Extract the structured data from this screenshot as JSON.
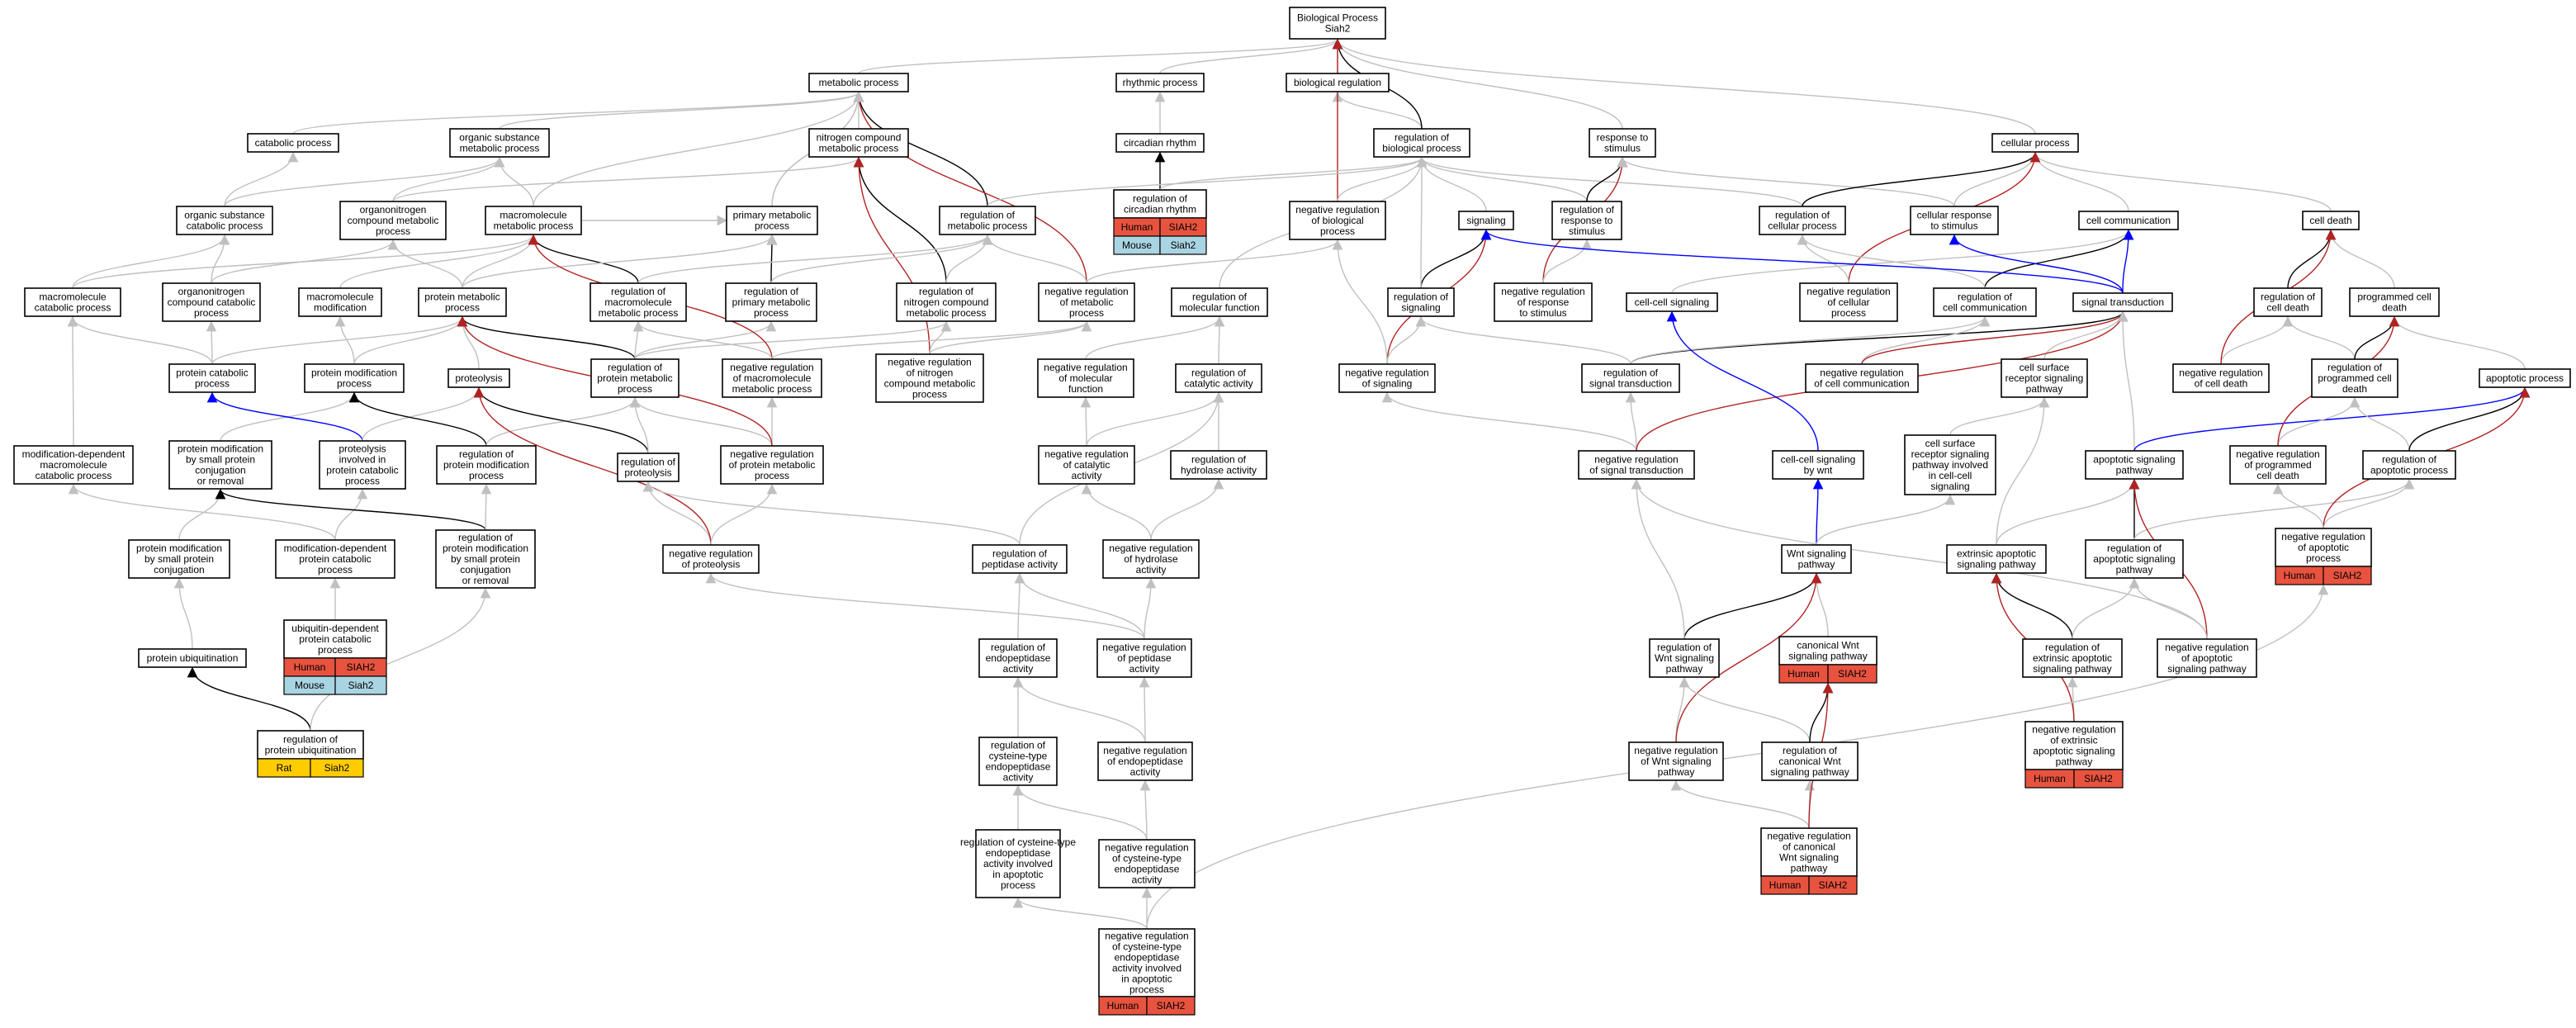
{
  "colors": {
    "Human": "#e8533f",
    "Mouse": "#a9d4e1",
    "Rat": "#ffcc00",
    "is_a": "#c0c0c0",
    "regulates": "#000000",
    "negatively_regulates": "#b22222",
    "positively_regulates": "#0000ff"
  },
  "nodes": [
    {
      "id": "root",
      "lines": [
        "Biological Process",
        "Siah2"
      ]
    },
    {
      "id": "metabolic",
      "lines": [
        "metabolic process"
      ]
    },
    {
      "id": "rhythmic",
      "lines": [
        "rhythmic process"
      ]
    },
    {
      "id": "bioreg",
      "lines": [
        "biological regulation"
      ]
    },
    {
      "id": "catabolic",
      "lines": [
        "catabolic process"
      ]
    },
    {
      "id": "orgsubmet",
      "lines": [
        "organic substance",
        "metabolic process"
      ]
    },
    {
      "id": "nitrogen",
      "lines": [
        "nitrogen compound",
        "metabolic process"
      ]
    },
    {
      "id": "circadian",
      "lines": [
        "circadian rhythm"
      ]
    },
    {
      "id": "regbio",
      "lines": [
        "regulation of",
        "biological process"
      ]
    },
    {
      "id": "response",
      "lines": [
        "response to",
        "stimulus"
      ]
    },
    {
      "id": "cellular",
      "lines": [
        "cellular process"
      ]
    },
    {
      "id": "orgsubcat",
      "lines": [
        "organic substance",
        "catabolic process"
      ]
    },
    {
      "id": "organonitrogen",
      "lines": [
        "organonitrogen",
        "compound metabolic",
        "process"
      ]
    },
    {
      "id": "macromolmet",
      "lines": [
        "macromolecule",
        "metabolic process"
      ]
    },
    {
      "id": "primary",
      "lines": [
        "primary metabolic",
        "process"
      ]
    },
    {
      "id": "regmet",
      "lines": [
        "regulation of",
        "metabolic process"
      ]
    },
    {
      "id": "regcirc",
      "lines": [
        "regulation of",
        "circadian rhythm"
      ],
      "tags": [
        [
          "Human",
          "SIAH2"
        ],
        [
          "Mouse",
          "Siah2"
        ]
      ]
    },
    {
      "id": "negregbio",
      "lines": [
        "negative regulation",
        "of biological",
        "process"
      ]
    },
    {
      "id": "signaling",
      "lines": [
        "signaling"
      ]
    },
    {
      "id": "regresp",
      "lines": [
        "regulation of",
        "response to",
        "stimulus"
      ]
    },
    {
      "id": "regcellproc",
      "lines": [
        "regulation of",
        "cellular process"
      ]
    },
    {
      "id": "cellresp",
      "lines": [
        "cellular response",
        "to stimulus"
      ]
    },
    {
      "id": "cellcomm",
      "lines": [
        "cell communication"
      ]
    },
    {
      "id": "celldeath",
      "lines": [
        "cell death"
      ]
    },
    {
      "id": "macromolcat",
      "lines": [
        "macromolecule",
        "catabolic process"
      ]
    },
    {
      "id": "organonitcat",
      "lines": [
        "organonitrogen",
        "compound catabolic",
        "process"
      ]
    },
    {
      "id": "macromolmod",
      "lines": [
        "macromolecule",
        "modification"
      ]
    },
    {
      "id": "protmet",
      "lines": [
        "protein metabolic",
        "process"
      ]
    },
    {
      "id": "regmacromet",
      "lines": [
        "regulation of",
        "macromolecule",
        "metabolic process"
      ]
    },
    {
      "id": "regprimary",
      "lines": [
        "regulation of",
        "primary metabolic",
        "process"
      ]
    },
    {
      "id": "regnitrogen",
      "lines": [
        "regulation of",
        "nitrogen compound",
        "metabolic process"
      ]
    },
    {
      "id": "negregmet",
      "lines": [
        "negative regulation",
        "of metabolic",
        "process"
      ]
    },
    {
      "id": "regmolfunc",
      "lines": [
        "regulation of",
        "molecular function"
      ]
    },
    {
      "id": "regsignaling",
      "lines": [
        "regulation of",
        "signaling"
      ]
    },
    {
      "id": "negregresp",
      "lines": [
        "negative regulation",
        "of response",
        "to stimulus"
      ]
    },
    {
      "id": "cellcellsig",
      "lines": [
        "cell-cell signaling"
      ]
    },
    {
      "id": "negregcellproc",
      "lines": [
        "negative regulation",
        "of cellular",
        "process"
      ]
    },
    {
      "id": "regcellcomm",
      "lines": [
        "regulation of",
        "cell communication"
      ]
    },
    {
      "id": "sigtrans",
      "lines": [
        "signal transduction"
      ]
    },
    {
      "id": "regcelldeath",
      "lines": [
        "regulation of",
        "cell death"
      ]
    },
    {
      "id": "progcelldeath",
      "lines": [
        "programmed cell",
        "death"
      ]
    },
    {
      "id": "protcat",
      "lines": [
        "protein catabolic",
        "process"
      ]
    },
    {
      "id": "protmod",
      "lines": [
        "protein modification",
        "process"
      ]
    },
    {
      "id": "proteolysis",
      "lines": [
        "proteolysis"
      ]
    },
    {
      "id": "regprotmet",
      "lines": [
        "regulation of",
        "protein metabolic",
        "process"
      ]
    },
    {
      "id": "negregmacromet",
      "lines": [
        "negative regulation",
        "of macromolecule",
        "metabolic process"
      ]
    },
    {
      "id": "negregnitrogen",
      "lines": [
        "negative regulation",
        "of nitrogen",
        "compound metabolic",
        "process"
      ]
    },
    {
      "id": "negregmolfunc",
      "lines": [
        "negative regulation",
        "of molecular",
        "function"
      ]
    },
    {
      "id": "regcatalytic",
      "lines": [
        "regulation of",
        "catalytic activity"
      ]
    },
    {
      "id": "negregsignaling",
      "lines": [
        "negative regulation",
        "of signaling"
      ]
    },
    {
      "id": "regsigtrans",
      "lines": [
        "regulation of",
        "signal transduction"
      ]
    },
    {
      "id": "negregcellcomm",
      "lines": [
        "negative regulation",
        "of cell communication"
      ]
    },
    {
      "id": "cellsurface",
      "lines": [
        "cell surface",
        "receptor signaling",
        "pathway"
      ]
    },
    {
      "id": "negregcelldeath",
      "lines": [
        "negative regulation",
        "of cell death"
      ]
    },
    {
      "id": "regprogcelldeath",
      "lines": [
        "regulation of",
        "programmed cell",
        "death"
      ]
    },
    {
      "id": "apoptotic",
      "lines": [
        "apoptotic process"
      ]
    },
    {
      "id": "moddepcat",
      "lines": [
        "modification-dependent",
        "macromolecule",
        "catabolic process"
      ]
    },
    {
      "id": "protmodsmall",
      "lines": [
        "protein modification",
        "by small protein",
        "conjugation",
        "or removal"
      ]
    },
    {
      "id": "proteolysiscat",
      "lines": [
        "proteolysis",
        "involved in",
        "protein catabolic",
        "process"
      ]
    },
    {
      "id": "regprotmod",
      "lines": [
        "regulation of",
        "protein modification",
        "process"
      ]
    },
    {
      "id": "regproteolysis",
      "lines": [
        "regulation of",
        "proteolysis"
      ]
    },
    {
      "id": "negregprotmet",
      "lines": [
        "negative regulation",
        "of protein metabolic",
        "process"
      ]
    },
    {
      "id": "negregcatalytic",
      "lines": [
        "negative regulation",
        "of catalytic",
        "activity"
      ]
    },
    {
      "id": "reghydrolase",
      "lines": [
        "regulation of",
        "hydrolase activity"
      ]
    },
    {
      "id": "negregsigtrans",
      "lines": [
        "negative regulation",
        "of signal transduction"
      ]
    },
    {
      "id": "cellcellwnt",
      "lines": [
        "cell-cell signaling",
        "by wnt"
      ]
    },
    {
      "id": "cellsurfacewnt",
      "lines": [
        "cell surface",
        "receptor signaling",
        "pathway involved",
        "in cell-cell",
        "signaling"
      ]
    },
    {
      "id": "apopsigpath",
      "lines": [
        "apoptotic signaling",
        "pathway"
      ]
    },
    {
      "id": "negregprogcelldeath",
      "lines": [
        "negative regulation",
        "of programmed",
        "cell death"
      ]
    },
    {
      "id": "regapoptotic",
      "lines": [
        "regulation of",
        "apoptotic process"
      ]
    },
    {
      "id": "protmodconj",
      "lines": [
        "protein modification",
        "by small protein",
        "conjugation"
      ]
    },
    {
      "id": "moddepprotcat",
      "lines": [
        "modification-dependent",
        "protein catabolic",
        "process"
      ]
    },
    {
      "id": "regprotmodsmall",
      "lines": [
        "regulation of",
        "protein modification",
        "by small protein",
        "conjugation",
        "or removal"
      ]
    },
    {
      "id": "negregproteolysis",
      "lines": [
        "negative regulation",
        "of proteolysis"
      ]
    },
    {
      "id": "regpeptidase",
      "lines": [
        "regulation of",
        "peptidase activity"
      ]
    },
    {
      "id": "negreghydrolase",
      "lines": [
        "negative regulation",
        "of hydrolase",
        "activity"
      ]
    },
    {
      "id": "wnt",
      "lines": [
        "Wnt signaling",
        "pathway"
      ]
    },
    {
      "id": "extrinsic",
      "lines": [
        "extrinsic apoptotic",
        "signaling pathway"
      ]
    },
    {
      "id": "regapopsig",
      "lines": [
        "regulation of",
        "apoptotic signaling",
        "pathway"
      ]
    },
    {
      "id": "negregapoptotic",
      "lines": [
        "negative regulation",
        "of apoptotic",
        "process"
      ],
      "tags": [
        [
          "Human",
          "SIAH2"
        ]
      ]
    },
    {
      "id": "ubiquitindep",
      "lines": [
        "ubiquitin-dependent",
        "protein catabolic",
        "process"
      ],
      "tags": [
        [
          "Human",
          "SIAH2"
        ],
        [
          "Mouse",
          "Siah2"
        ]
      ]
    },
    {
      "id": "protubiq",
      "lines": [
        "protein ubiquitination"
      ]
    },
    {
      "id": "regendopep",
      "lines": [
        "regulation of",
        "endopeptidase",
        "activity"
      ]
    },
    {
      "id": "negregpeptidase",
      "lines": [
        "negative regulation",
        "of peptidase",
        "activity"
      ]
    },
    {
      "id": "regwnt",
      "lines": [
        "regulation of",
        "Wnt signaling",
        "pathway"
      ]
    },
    {
      "id": "canonwnt",
      "lines": [
        "canonical Wnt",
        "signaling pathway"
      ],
      "tags": [
        [
          "Human",
          "SIAH2"
        ]
      ]
    },
    {
      "id": "regextrinsic",
      "lines": [
        "regulation of",
        "extrinsic apoptotic",
        "signaling pathway"
      ]
    },
    {
      "id": "negregapopsig",
      "lines": [
        "negative regulation",
        "of apoptotic",
        "signaling pathway"
      ]
    },
    {
      "id": "regprotubiq",
      "lines": [
        "regulation of",
        "protein ubiquitination"
      ],
      "tags": [
        [
          "Rat",
          "Siah2"
        ]
      ]
    },
    {
      "id": "regcysteine",
      "lines": [
        "regulation of",
        "cysteine-type",
        "endopeptidase",
        "activity"
      ]
    },
    {
      "id": "negregendopep",
      "lines": [
        "negative regulation",
        "of endopeptidase",
        "activity"
      ]
    },
    {
      "id": "negregwnt",
      "lines": [
        "negative regulation",
        "of Wnt signaling",
        "pathway"
      ]
    },
    {
      "id": "regcanonwnt",
      "lines": [
        "regulation of",
        "canonical Wnt",
        "signaling pathway"
      ]
    },
    {
      "id": "negregextrinsic",
      "lines": [
        "negative regulation",
        "of extrinsic",
        "apoptotic signaling",
        "pathway"
      ],
      "tags": [
        [
          "Human",
          "SIAH2"
        ]
      ]
    },
    {
      "id": "regcysteineapop",
      "lines": [
        "regulation of cysteine-type",
        "endopeptidase",
        "activity involved",
        "in apoptotic",
        "process"
      ]
    },
    {
      "id": "negregcysteine",
      "lines": [
        "negative regulation",
        "of cysteine-type",
        "endopeptidase",
        "activity"
      ]
    },
    {
      "id": "negregcanonwnt",
      "lines": [
        "negative regulation",
        "of canonical",
        "Wnt signaling",
        "pathway"
      ],
      "tags": [
        [
          "Human",
          "SIAH2"
        ]
      ]
    },
    {
      "id": "negregcysteineapop",
      "lines": [
        "negative regulation",
        "of cysteine-type",
        "endopeptidase",
        "activity involved",
        "in apoptotic",
        "process"
      ],
      "tags": [
        [
          "Human",
          "SIAH2"
        ]
      ]
    }
  ]
}
